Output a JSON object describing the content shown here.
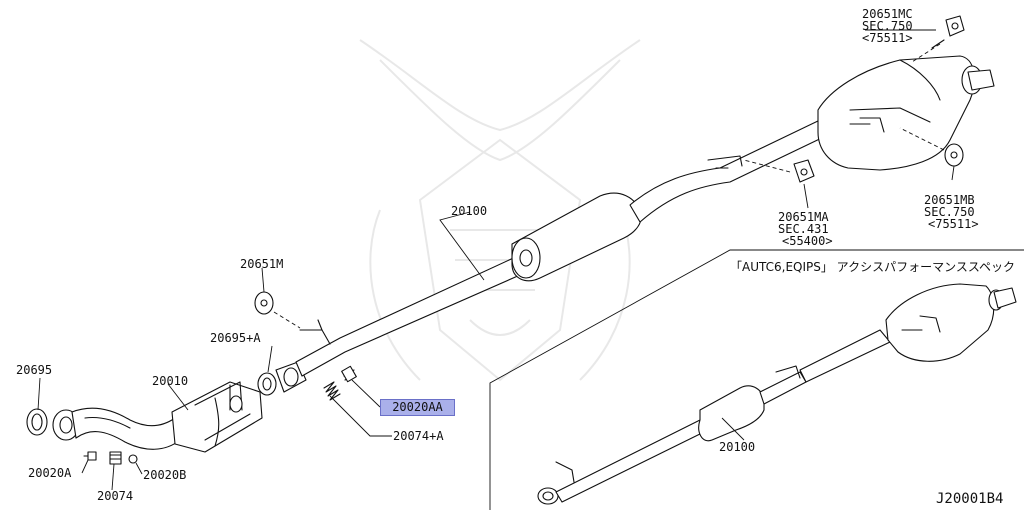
{
  "diagram": {
    "labels": {
      "part_20651MC": "20651MC",
      "part_20651MC_sec": "SEC.750",
      "part_20651MC_ref": "<75511>",
      "part_20651MB": "20651MB",
      "part_20651MB_sec": "SEC.750",
      "part_20651MB_ref": "<75511>",
      "part_20651MA": "20651MA",
      "part_20651MA_sec": "SEC.431",
      "part_20651MA_ref": "<55400>",
      "part_20100_main": "20100",
      "part_20651M": "20651M",
      "part_20695A": "20695+A",
      "part_20695": "20695",
      "part_20010": "20010",
      "part_20020AA": "20020AA",
      "part_20074A": "20074+A",
      "part_20020A": "20020A",
      "part_20020B": "20020B",
      "part_20074": "20074",
      "part_20100_alt": "20100"
    },
    "variant_note": "「AUTC6,EQIPS」 アクシスパフォーマンススペック",
    "figure_ref": "J20001B4",
    "highlighted_part": "20020AA",
    "colors": {
      "highlight": "#aab0ea",
      "line": "#111111",
      "watermark": "#e8e8e8"
    }
  }
}
